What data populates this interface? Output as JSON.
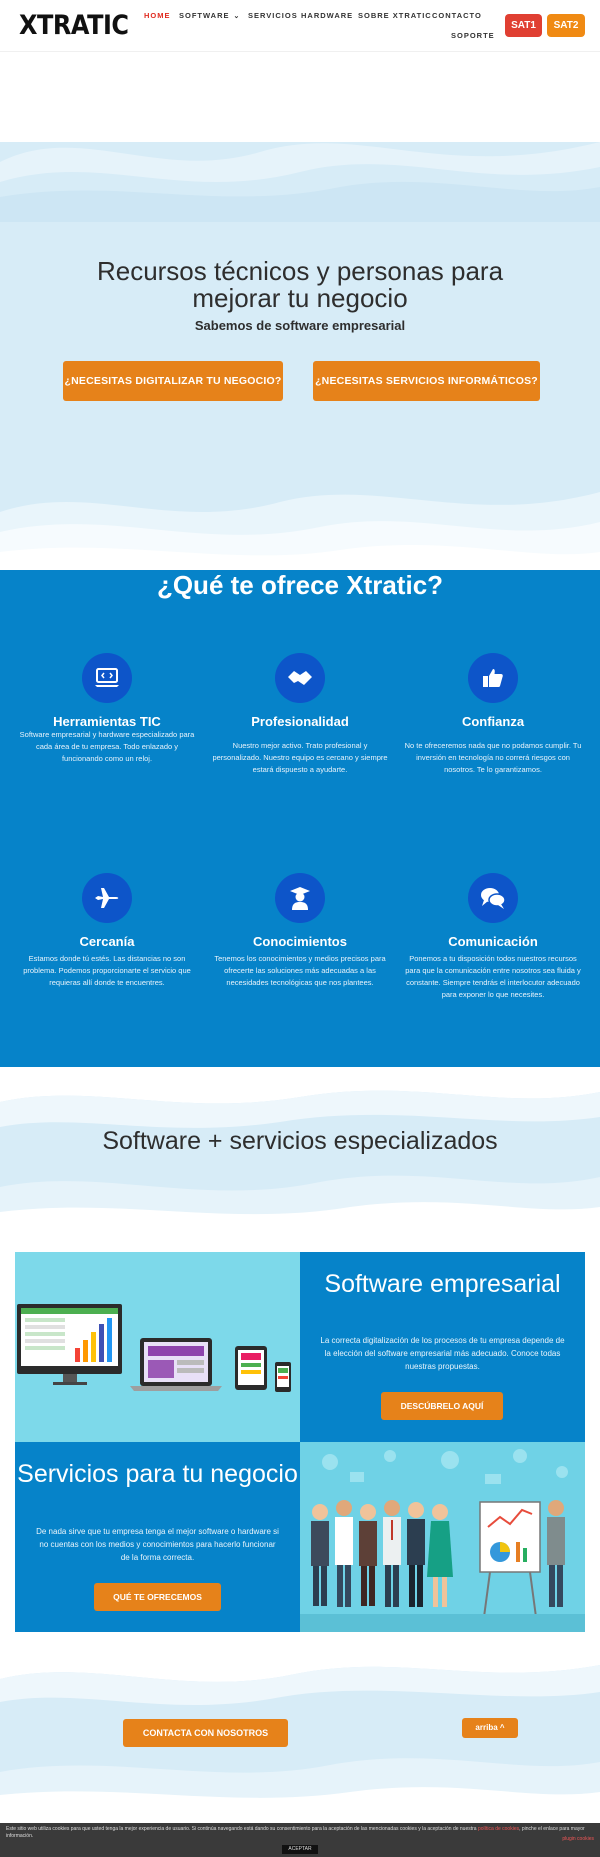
{
  "header": {
    "logo": "XTRATIC",
    "nav": [
      {
        "label": "HOME"
      },
      {
        "label": "SOFTWARE"
      },
      {
        "label": "SERVICIOS"
      },
      {
        "label": "HARDWARE"
      },
      {
        "label": "SOBRE XTRATIC"
      },
      {
        "label": "CONTACTO"
      },
      {
        "label": "SOPORTE"
      }
    ],
    "sat1": "SAT1",
    "sat2": "SAT2",
    "accent": "#e02b20"
  },
  "hero": {
    "title": "Recursos técnicos y personas para mejorar tu negocio",
    "subtitle": "Sabemos de software empresarial",
    "cta1": "¿NECESITAS DIGITALIZAR TU NEGOCIO?",
    "cta2": "¿NECESITAS SERVICIOS INFORMÁTICOS?"
  },
  "ofrece": {
    "title": "¿Qué te ofrece Xtratic?",
    "features": [
      {
        "icon": "laptop-code-icon",
        "title": "Herramientas TIC",
        "text": "Software empresarial y hardware especializado para cada área de tu empresa. Todo enlazado y funcionando como un reloj."
      },
      {
        "icon": "handshake-icon",
        "title": "Profesionalidad",
        "text": "Nuestro mejor activo. Trato profesional y personalizado. Nuestro equipo es cercano y siempre estará dispuesto a ayudarte."
      },
      {
        "icon": "thumbs-up-icon",
        "title": "Confianza",
        "text": "No te ofreceremos nada que no podamos cumplir. Tu inversión en tecnología no correrá riesgos con nosotros. Te lo garantizamos."
      },
      {
        "icon": "plane-icon",
        "title": "Cercanía",
        "text": "Estamos donde tú estés. Las distancias no son problema. Podemos proporcionarte el servicio que requieras allí donde te encuentres."
      },
      {
        "icon": "graduate-icon",
        "title": "Conocimientos",
        "text": "Tenemos los conocimientos y medios precisos para ofrecerte las soluciones más adecuadas a las necesidades tecnológicas que nos plantees."
      },
      {
        "icon": "chat-bubbles-icon",
        "title": "Comunicación",
        "text": "Ponemos a tu disposición todos nuestros recursos para que la comunicación entre nosotros sea fluida y constante. Siempre tendrás el interlocutor adecuado para exponer lo que necesites."
      }
    ]
  },
  "sws": {
    "title": "Software + servicios especializados",
    "software": {
      "title": "Software empresarial",
      "text": "La correcta digitalización de los procesos de tu empresa depende de la elección del software empresarial más adecuado. Conoce todas nuestras propuestas.",
      "button": "DESCÚBRELO AQUÍ"
    },
    "servicios": {
      "title": "Servicios para tu negocio",
      "text": "De nada sirve que tu empresa tenga el mejor software o hardware si no cuentas con los medios y conocimientos para hacerlo funcionar de la forma correcta.",
      "button": "QUÉ TE OFRECEMOS"
    }
  },
  "bottom": {
    "contacta": "CONTACTA CON NOSOTROS",
    "arriba": "arriba ^"
  },
  "cookie": {
    "text": "Este sitio web utiliza cookies para que usted tenga la mejor experiencia de usuario. Si continúa navegando está dando su consentimiento para la aceptación de las mencionadas cookies y la aceptación de nuestra",
    "link": "política de cookies",
    "text2": ", pinche el enlace para mayor información.",
    "accept": "ACEPTAR",
    "more": "plugin cookies"
  }
}
